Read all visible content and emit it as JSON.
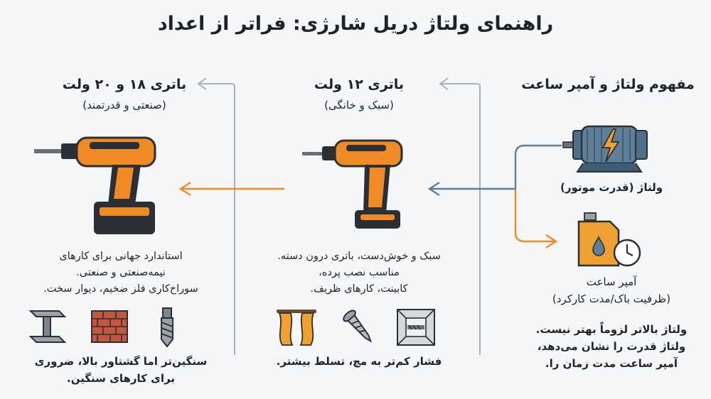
{
  "title": "راهنمای ولتاژ دریل شارژی: فراتر از اعداد",
  "colors": {
    "orange": "#f08a24",
    "blue": "#5f7f98",
    "gray": "#a9b0b7",
    "dark": "#2b3036"
  },
  "left_column": {
    "heading": "باتری ۱۸ و ۲۰ ولت",
    "subheading": "(صنعتی و قدرتمند)",
    "description": [
      "استاندارد جهانی برای کارهای",
      "نیمه‌صنعتی و صنعتی.",
      "سوراخ‌کاری فلز ضخیم، دیوار سخت."
    ],
    "note": [
      "سنگین‌تر اما گشتاور بالا، ضروری",
      "برای کارهای سنگین."
    ],
    "icons": [
      "steel-beam-icon",
      "brick-wall-icon",
      "masonry-drill-bit-icon"
    ]
  },
  "middle_column": {
    "heading": "باتری ۱۲ ولت",
    "subheading": "(سبک و خانگی)",
    "description": [
      "سبک و خوش‌دست، باتری درون دسته.",
      "مناسب نصب پرده،",
      "کابینت، کارهای ظریف."
    ],
    "note": [
      "فشار کم‌تر به مچ، تسلط بیشتر."
    ],
    "icons": [
      "curtain-icon",
      "screw-icon",
      "wall-anchor-icon"
    ]
  },
  "right_column": {
    "heading": "مفهوم ولتاژ و آمپر ساعت",
    "motor_label": "ولتاژ (قدرت موتور)",
    "tank_label": "آمپر ساعت",
    "tank_sublabel": "(ظرفیت باک/مدت کارکرد)",
    "note": [
      "ولتاژ بالاتر لزوماً بهتر نیست.",
      "ولتاژ قدرت را نشان می‌دهد،",
      "آمپر ساعت مدت زمان را."
    ]
  }
}
